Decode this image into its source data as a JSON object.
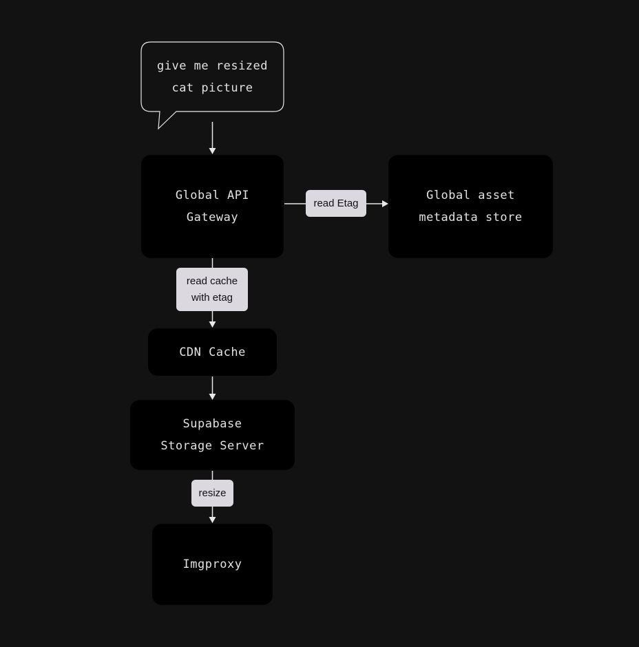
{
  "colors": {
    "background": "#121212",
    "node_fill": "#000000",
    "node_text": "#e2e2e2",
    "edge_line": "#e8e8e8",
    "edge_label_fill": "#dcd8e0",
    "edge_label_text": "#111111"
  },
  "request": {
    "lines": [
      "give me resized",
      "cat picture"
    ]
  },
  "nodes": {
    "api_gateway": {
      "lines": [
        "Global API",
        "Gateway"
      ]
    },
    "metadata_store": {
      "lines": [
        "Global asset",
        "metadata store"
      ]
    },
    "cdn_cache": {
      "lines": [
        "CDN Cache"
      ]
    },
    "storage_server": {
      "lines": [
        "Supabase",
        "Storage Server"
      ]
    },
    "imgproxy": {
      "lines": [
        "Imgproxy"
      ]
    }
  },
  "edges": {
    "read_etag": {
      "lines": [
        "read Etag"
      ]
    },
    "read_cache": {
      "lines": [
        "read cache",
        "with etag"
      ]
    },
    "resize": {
      "lines": [
        "resize"
      ]
    }
  }
}
